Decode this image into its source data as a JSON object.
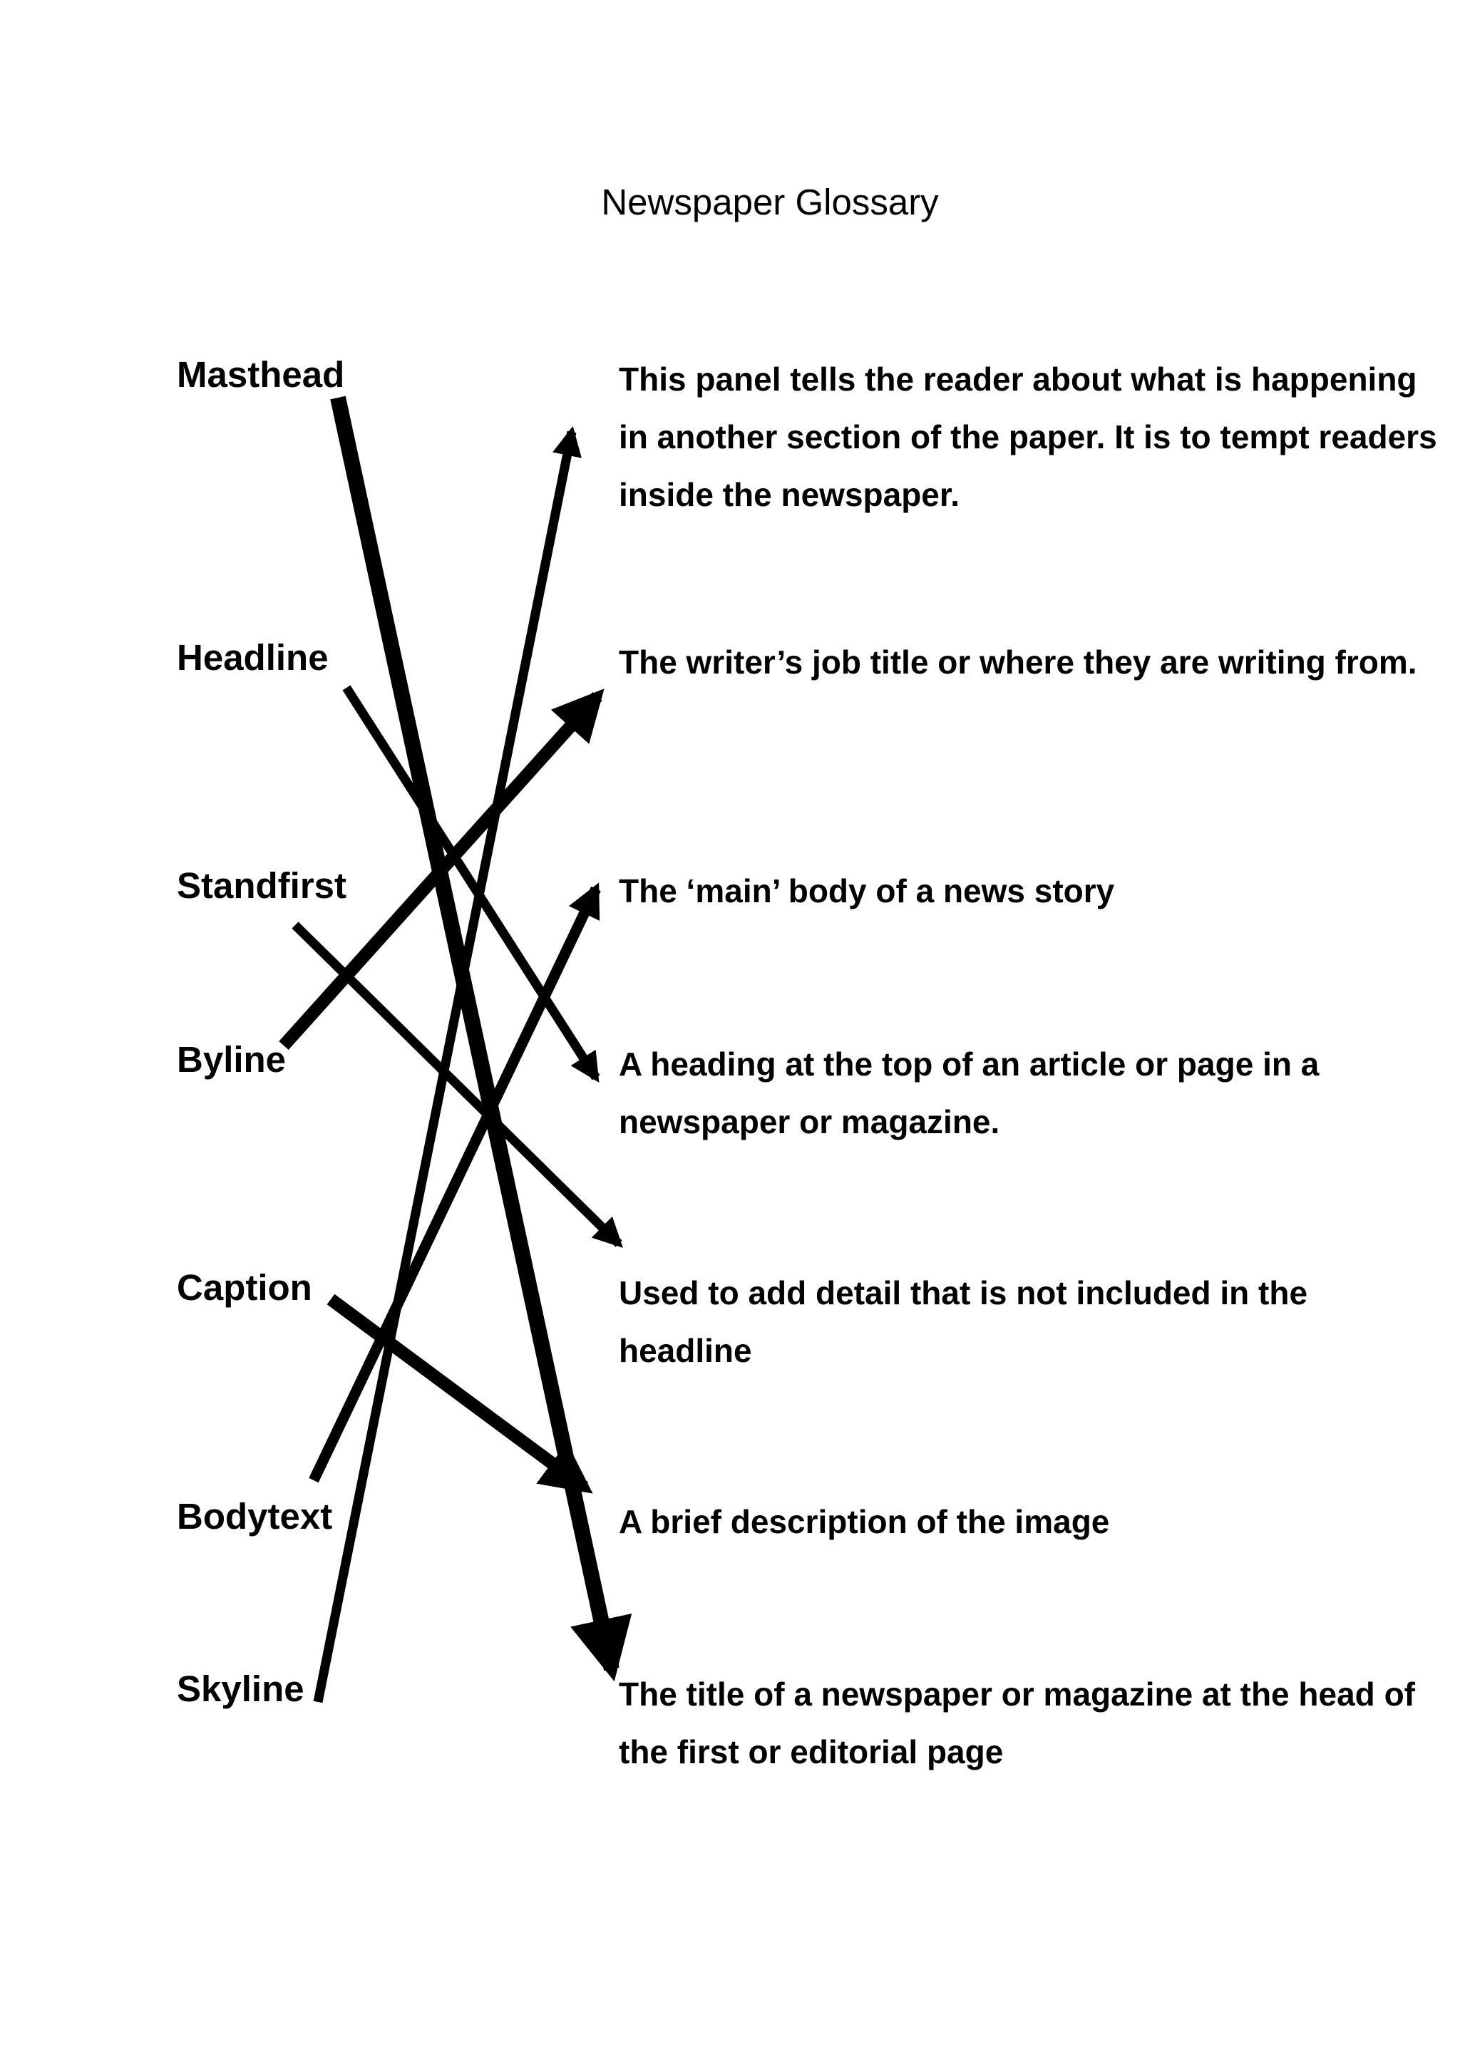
{
  "title": "Newspaper Glossary",
  "terms": [
    "Masthead",
    "Headline",
    "Standfirst",
    "Byline",
    "Caption",
    "Bodytext",
    "Skyline"
  ],
  "definitions": [
    "This panel tells the reader about what is happening in another section of the paper. It is to tempt readers inside the newspaper.",
    "The writer’s job title or where they are writing from.",
    "The ‘main’ body of a news story",
    "A heading at the top of an article or page in a newspaper or magazine.",
    "Used to add detail that is not included in the headline",
    "A brief description of the image",
    "The title of a newspaper or magazine at the head of the first or editorial page"
  ],
  "colors": {
    "ink": "#000000",
    "paper": "#ffffff"
  }
}
